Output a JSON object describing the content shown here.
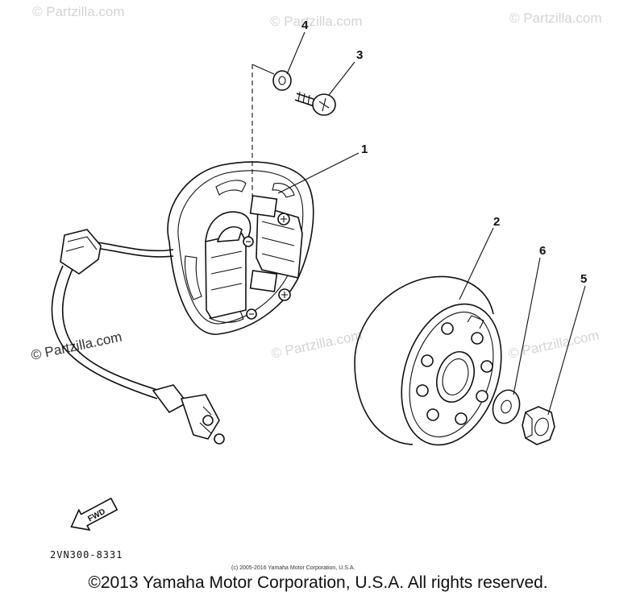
{
  "watermarks": {
    "site": "© Partzilla.com",
    "top_left": "© Partzilla.com",
    "top_center": "© Partzilla.com",
    "top_right": "© Partzilla.com",
    "mid_left": "© Partzilla.com",
    "mid_center": "© Partzilla.com",
    "mid_right": "© Partzilla.com"
  },
  "callouts": {
    "part1": "1",
    "part2": "2",
    "part3": "3",
    "part4": "4",
    "part5": "5",
    "part6": "6"
  },
  "fwd_label": "FWD",
  "diagram_code": "2VN300-8331",
  "small_copyright": "(c) 2005-2016 Yamaha Motor Corporation, U.S.A.",
  "footer_copyright": "©2013 Yamaha Motor Corporation, U.S.A. All rights reserved."
}
